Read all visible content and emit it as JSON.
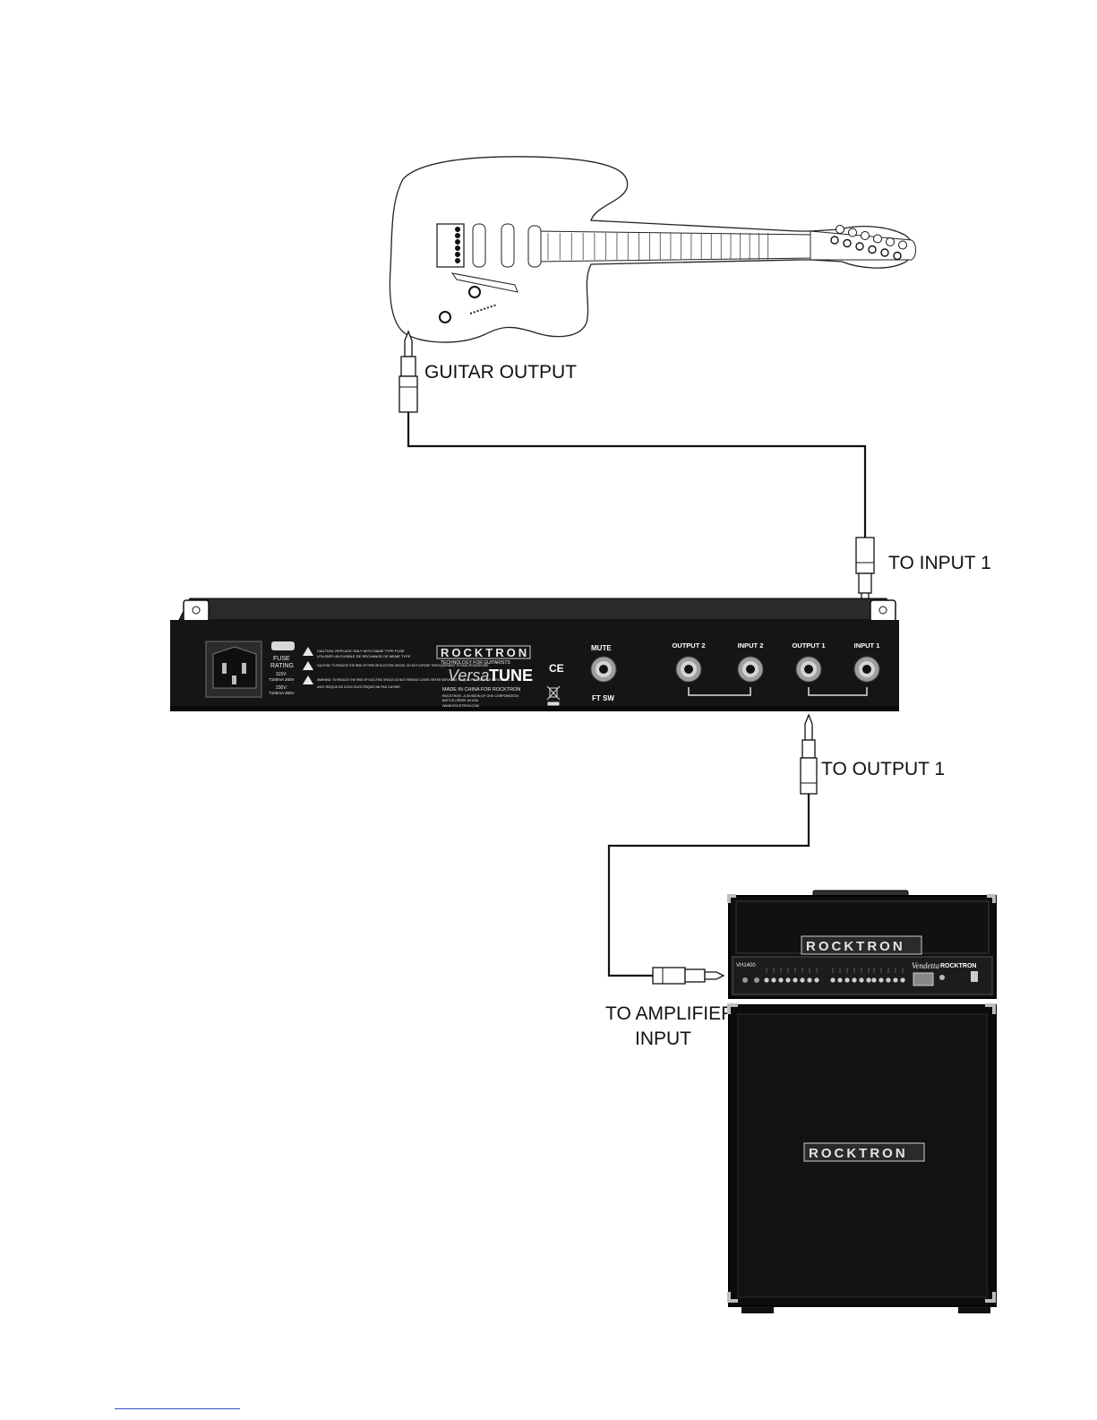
{
  "labels": {
    "guitar_output": "GUITAR OUTPUT",
    "to_input_1": "TO INPUT 1",
    "to_output_1": "TO OUTPUT 1",
    "to_amplifier_line1": "TO AMPLIFIER",
    "to_amplifier_line2": "INPUT"
  },
  "tuner": {
    "brand": "ROCKTRON",
    "brand_tagline": "TECHNOLOGY FOR GUITARISTS",
    "model_prefix": "Versa",
    "model_suffix": "TUNE",
    "made_in": "MADE IN CHINA FOR ROCKTRON",
    "company_line": "ROCKTRON - A DIVISION OF GHS CORPORATION",
    "city_line": "BATTLE CREEK MI USA",
    "website": "WWW.ROCKTRON.COM",
    "ce_mark": "CE",
    "fuse_title_1": "FUSE",
    "fuse_title_2": "RATING",
    "fuse_115_1": "115V:",
    "fuse_115_2": "T160mA 250V",
    "fuse_230_1": "230V:",
    "fuse_230_2": "T100mA 250V",
    "caution_1": "CAUTION: REPLACE ONLY WITH SAME TYPE FUSE",
    "caution_1_fr": "UTILISER UN FUSIBLE DE RECHANGE DE MEME TYPE",
    "caution_2": "CAUTION: TO REDUCE THE RISK OF FIRE OR ELECTRIC SHOCK, DO NOT EXPOSE THIS EQUIPMENT TO RAIN OR MOISTURE",
    "warning": "WARNING: TO REDUCE THE RISK OF ELECTRIC SHOCK DO NOT REMOVE COVER. REFER SERVICING TO QUALIFIED SERVICE PERSONNEL.",
    "warning_fr": "AVIS: RISQUE DE CHOC ELECTRIQUE! NE PAS OUVRIR",
    "mute_label": "MUTE",
    "ftsw_label": "FT SW",
    "jacks": [
      "OUTPUT 2",
      "INPUT 2",
      "OUTPUT 1",
      "INPUT 1"
    ]
  },
  "amp": {
    "head_brand": "ROCKTRON",
    "cab_brand": "ROCKTRON",
    "model": "VH1400",
    "script_logo": "Vendetta",
    "panel_brand": "ROCKTRON"
  },
  "colors": {
    "cable": "#111111",
    "chassis": "#151515",
    "jack_silver": "#bdbdbd"
  }
}
